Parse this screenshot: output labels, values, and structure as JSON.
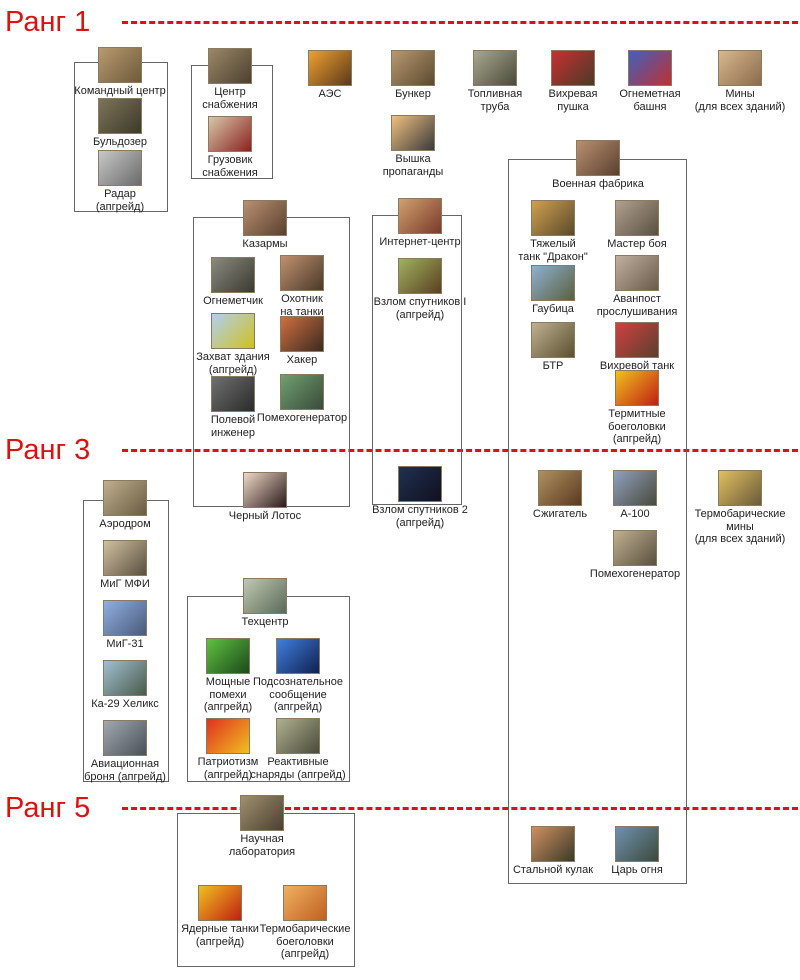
{
  "ranks": [
    "Ранг 1",
    "Ранг 3",
    "Ранг 5"
  ],
  "items": {
    "command_center": [
      "Командный центр"
    ],
    "bulldozer": [
      "Бульдозер"
    ],
    "radar": [
      "Радар",
      "(апгрейд)"
    ],
    "supply_center": [
      "Центр",
      "снабжения"
    ],
    "supply_truck": [
      "Грузовик",
      "снабжения"
    ],
    "nuclear_plant": [
      "АЭС"
    ],
    "bunker": [
      "Бункер"
    ],
    "propaganda_tower": [
      "Вышка",
      "пропаганды"
    ],
    "fuel_pipe": [
      "Топливная",
      "труба"
    ],
    "gattling_cannon": [
      "Вихревая",
      "пушка"
    ],
    "flame_tower": [
      "Огнеметная",
      "башня"
    ],
    "mines": [
      "Мины",
      "(для всех зданий)"
    ],
    "war_factory": [
      "Военная фабрика"
    ],
    "dragon_tank": [
      "Тяжелый",
      "танк \"Дракон\""
    ],
    "battlemaster": [
      "Мастер боя"
    ],
    "howitzer": [
      "Гаубица"
    ],
    "listening_outpost": [
      "Аванпост",
      "прослушивания"
    ],
    "troop_crawler": [
      "БТР"
    ],
    "gattling_tank": [
      "Вихревой танк"
    ],
    "thermite_warheads": [
      "Термитные",
      "боеголовки",
      "(апгрейд)"
    ],
    "inferno": [
      "Сжигатель"
    ],
    "a100": [
      "А-100"
    ],
    "ecm_tank": [
      "Помехогенератор"
    ],
    "thermobaric_mines": [
      "Термобарические мины",
      "(для всех зданий)"
    ],
    "steel_fist": [
      "Стальной кулак"
    ],
    "king_of_fire": [
      "Царь огня"
    ],
    "barracks": [
      "Казармы"
    ],
    "flamethrower": [
      "Огнеметчик"
    ],
    "tank_hunter": [
      "Охотник",
      "на танки"
    ],
    "capture_building": [
      "Захват здания",
      "(апгрейд)"
    ],
    "hacker": [
      "Хакер"
    ],
    "field_engineer": [
      "Полевой",
      "инженер"
    ],
    "jammer": [
      "Помехогенератор"
    ],
    "black_lotus": [
      "Черный Лотос"
    ],
    "internet_center": [
      "Интернет-центр"
    ],
    "sat_hack1": [
      "Взлом спутников I",
      "(апгрейд)"
    ],
    "sat_hack2": [
      "Взлом спутников 2",
      "(апгрейд)"
    ],
    "airfield": [
      "Аэродром"
    ],
    "mig_mfi": [
      "МиГ МФИ"
    ],
    "mig31": [
      "МиГ-31"
    ],
    "ka29": [
      "Ка-29 Хеликс"
    ],
    "aircraft_armor": [
      "Авиационная",
      "броня (апгрейд)"
    ],
    "tech_center": [
      "Техцентр"
    ],
    "strong_jamming": [
      "Мощные",
      "помехи",
      "(апгрейд)"
    ],
    "subliminal": [
      "Подсознательное",
      "сообщение",
      "(апгрейд)"
    ],
    "patriotism": [
      "Патриотизм",
      "(апгрейд)"
    ],
    "rocket_shells": [
      "Реактивные",
      "снаряды (апгрейд)"
    ],
    "science_lab": [
      "Научная лаборатория"
    ],
    "nuclear_tanks": [
      "Ядерные танки",
      "(апгрейд)"
    ],
    "thermobaric_warheads": [
      "Термобарические",
      "боеголовки",
      "(апгрейд)"
    ]
  }
}
